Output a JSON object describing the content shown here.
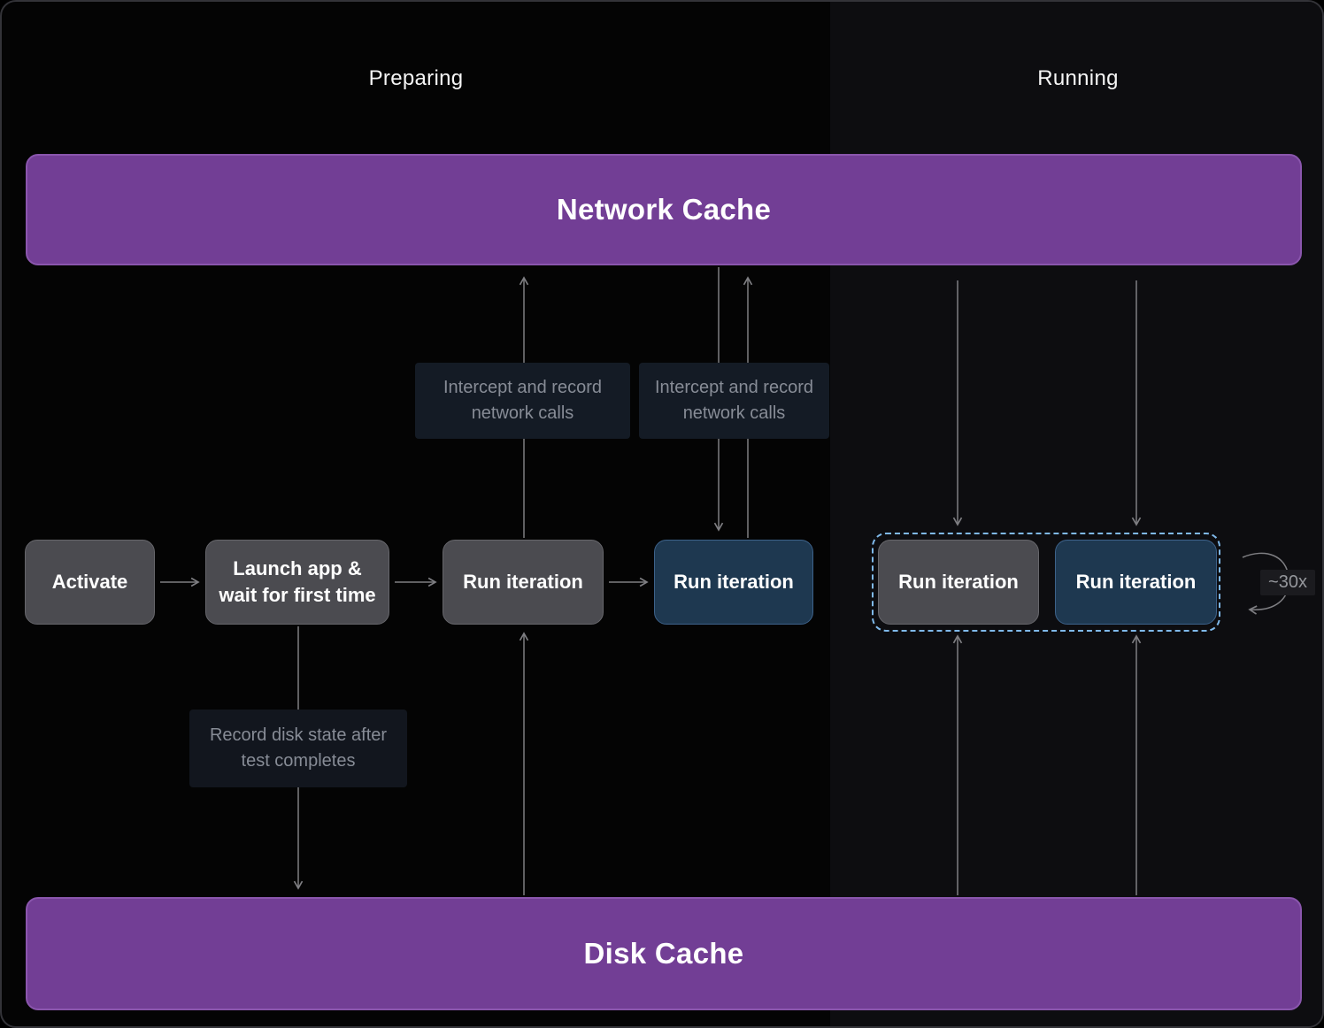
{
  "sections": {
    "preparing": "Preparing",
    "running": "Running"
  },
  "cache_bars": {
    "network": "Network Cache",
    "disk": "Disk Cache"
  },
  "nodes": {
    "activate": "Activate",
    "launch": "Launch app & wait for first time",
    "run_iteration_prep_gray": "Run iteration",
    "run_iteration_prep_blue": "Run iteration",
    "run_iteration_run_gray": "Run iteration",
    "run_iteration_run_blue": "Run iteration"
  },
  "annotations": {
    "intercept_1": "Intercept and record network calls",
    "intercept_2": "Intercept and record network calls",
    "record_disk": "Record disk state after test completes",
    "loop_count": "~30x"
  },
  "colors": {
    "cache_purple": "#723e95",
    "cache_purple_border": "#8a56ad",
    "node_gray": "#4b4b50",
    "node_blue": "#1e3850",
    "dashed_highlight": "#7fb9ea",
    "arrow_gray": "#7e7e82",
    "chip_background": "#141b25",
    "chip_text": "#878c96",
    "background_left": "#040404",
    "background_right": "#0d0d10"
  }
}
